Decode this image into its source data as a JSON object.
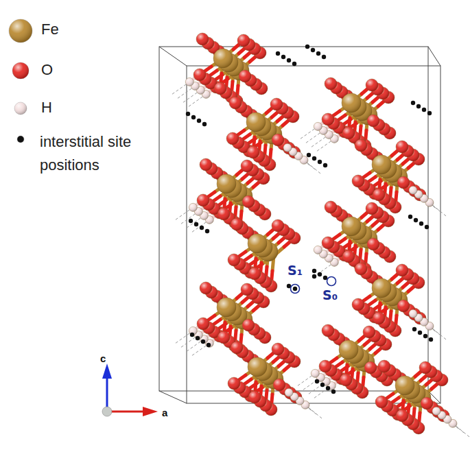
{
  "diagram": {
    "labels": [
      "S₁",
      "S₀",
      "c",
      "a"
    ],
    "legend": [
      {
        "text": "Fe",
        "color": "#b8862b"
      },
      {
        "text": "O",
        "color": "#e3221c"
      },
      {
        "text": "H",
        "color": "#f3dede"
      },
      {
        "text": "interstitial site positions",
        "color": "#111111"
      }
    ]
  }
}
